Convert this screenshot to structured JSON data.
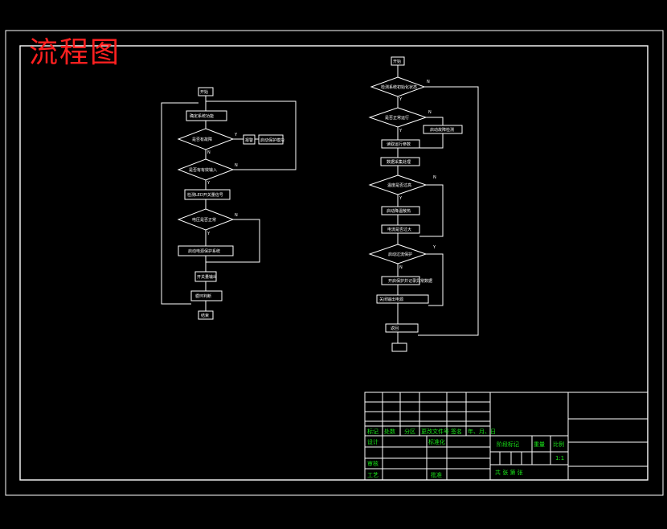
{
  "drawing_title": "流程图",
  "flowchart_left": {
    "start": "开始",
    "steps": [
      "确定系统功能",
      "是否有故障",
      "报警",
      "启动保护模块",
      "是否有有效输入",
      "检测LED开关量信号",
      "电压是否正常",
      "启动电源保护系统",
      "开关量输出",
      "循环判断",
      "结束"
    ],
    "branch_yes": "Y",
    "branch_no": "N"
  },
  "flowchart_right": {
    "start": "开始",
    "steps": [
      "检测系统初始化状态",
      "是否正常运行",
      "启动故障检测",
      "读取运行参数",
      "数据采集处理",
      "温度是否过高",
      "启动降温散热",
      "电流是否过大",
      "启动过流保护",
      "开启保护并记录异常数据",
      "关闭输出电源",
      "返回"
    ],
    "branch_yes": "Y",
    "branch_no": "N"
  },
  "title_block": {
    "header_row": [
      "标记",
      "处数",
      "分区",
      "更改文件号",
      "签名",
      "年、月、日"
    ],
    "design": "设计",
    "standardization": "标准化",
    "stage_mark": "阶段标记",
    "weight": "重量",
    "scale_label": "比例",
    "scale_value": "1:1",
    "review": "审核",
    "process": "工艺",
    "approve": "批准",
    "sheets": "共    张    第    张"
  }
}
